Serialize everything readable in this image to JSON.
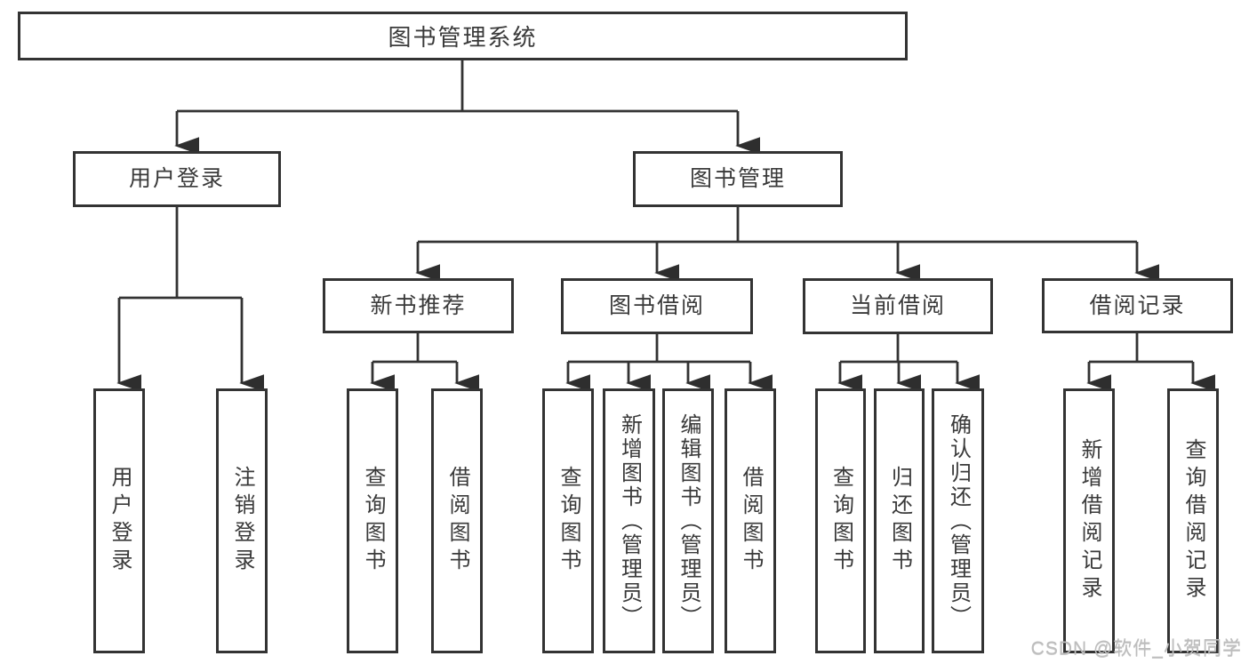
{
  "diagram": {
    "type": "hierarchy-tree",
    "colors": {
      "line": "#333333",
      "box_border": "#333333",
      "text": "#3a3a3a",
      "background": "#ffffff",
      "watermark": "#bdbdbd"
    },
    "tree": {
      "label": "图书管理系统",
      "children": [
        {
          "label": "用户登录",
          "children": [
            {
              "label": "用户登录"
            },
            {
              "label": "注销登录"
            }
          ]
        },
        {
          "label": "图书管理",
          "children": [
            {
              "label": "新书推荐",
              "children": [
                {
                  "label": "查询图书"
                },
                {
                  "label": "借阅图书"
                }
              ]
            },
            {
              "label": "图书借阅",
              "children": [
                {
                  "label": "查询图书"
                },
                {
                  "label": "新增图书（管理员）"
                },
                {
                  "label": "编辑图书（管理员）"
                },
                {
                  "label": "借阅图书"
                }
              ]
            },
            {
              "label": "当前借阅",
              "children": [
                {
                  "label": "查询图书"
                },
                {
                  "label": "归还图书"
                },
                {
                  "label": "确认归还（管理员）"
                }
              ]
            },
            {
              "label": "借阅记录",
              "children": [
                {
                  "label": "新增借阅记录"
                },
                {
                  "label": "查询借阅记录"
                }
              ]
            }
          ]
        }
      ]
    },
    "watermark": {
      "text": "CSDN @软件_小贺同学"
    }
  }
}
